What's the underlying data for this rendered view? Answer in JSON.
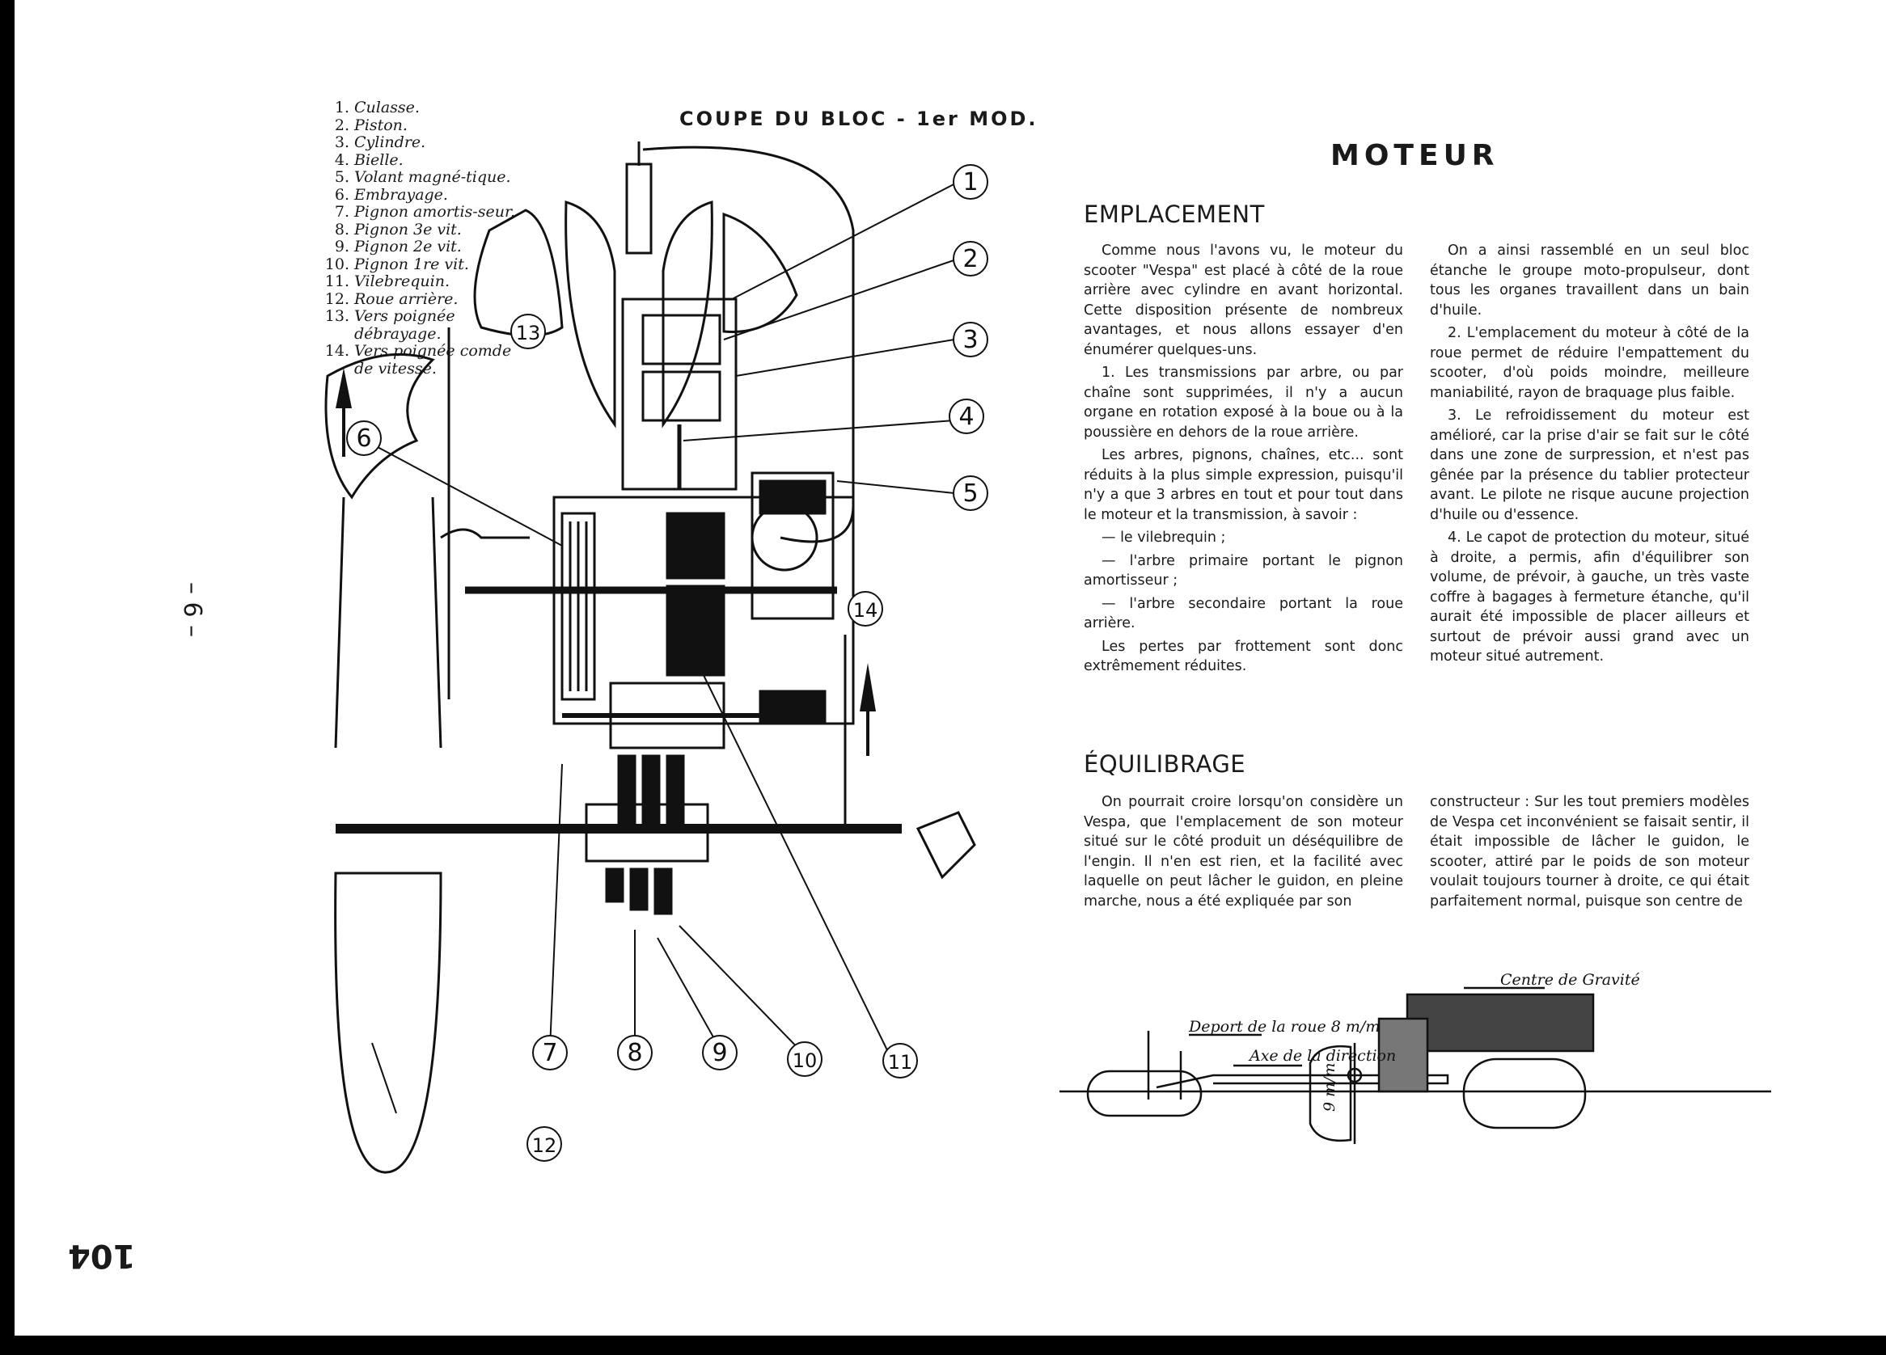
{
  "page": {
    "side_page_number": "– 6 –",
    "bottom_page_number": "104"
  },
  "diagram": {
    "title": "COUPE DU BLOC - 1er MOD.",
    "legend": [
      {
        "n": "1.",
        "text": "Culasse."
      },
      {
        "n": "2.",
        "text": "Piston."
      },
      {
        "n": "3.",
        "text": "Cylindre."
      },
      {
        "n": "4.",
        "text": "Bielle."
      },
      {
        "n": "5.",
        "text": "Volant magné-tique."
      },
      {
        "n": "6.",
        "text": "Embrayage."
      },
      {
        "n": "7.",
        "text": "Pignon amortis-seur."
      },
      {
        "n": "8.",
        "text": "Pignon 3e vit."
      },
      {
        "n": "9.",
        "text": "Pignon 2e vit."
      },
      {
        "n": "10.",
        "text": "Pignon 1re vit."
      },
      {
        "n": "11.",
        "text": "Vilebrequin."
      },
      {
        "n": "12.",
        "text": "Roue arrière."
      },
      {
        "n": "13.",
        "text": "Vers poignée débrayage."
      },
      {
        "n": "14.",
        "text": "Vers poignée comde de vitesse."
      }
    ],
    "callouts": [
      "1",
      "2",
      "3",
      "4",
      "5",
      "6",
      "7",
      "8",
      "9",
      "10",
      "11",
      "12",
      "13",
      "14"
    ]
  },
  "article": {
    "title": "MOTEUR",
    "section1": {
      "heading": "EMPLACEMENT",
      "col1": [
        "Comme nous l'avons vu, le moteur du scooter \"Vespa\" est placé à côté de la roue arrière avec cylindre en avant horizontal. Cette disposition présente de nombreux avantages, et nous allons essayer d'en énumérer quelques-uns.",
        "1. Les transmissions par arbre, ou par chaîne sont supprimées, il n'y a aucun organe en rotation exposé à la boue ou à la poussière en dehors de la roue arrière.",
        "Les arbres, pignons, chaînes, etc... sont réduits à la plus simple expression, puisqu'il n'y a que 3 arbres en tout et pour tout dans le moteur et la transmission, à savoir :",
        "— le vilebrequin ;",
        "— l'arbre primaire portant le pignon amortisseur ;",
        "— l'arbre secondaire portant la roue arrière.",
        "Les pertes par frottement sont donc extrêmement réduites."
      ],
      "col2": [
        "On a ainsi rassemblé en un seul bloc étanche le groupe moto-propulseur, dont tous les organes travaillent dans un bain d'huile.",
        "2. L'emplacement du moteur à côté de la roue permet de réduire l'empattement du scooter, d'où poids moindre, meilleure maniabilité, rayon de braquage plus faible.",
        "3. Le refroidissement du moteur est amélioré, car la prise d'air se fait sur le côté dans une zone de surpression, et n'est pas gênée par la présence du tablier protecteur avant. Le pilote ne risque aucune projection d'huile ou d'essence.",
        "4. Le capot de protection du moteur, situé à droite, a permis, afin d'équilibrer son volume, de prévoir, à gauche, un très vaste coffre à bagages à fermeture étanche, qu'il aurait été impossible de placer ailleurs et surtout de prévoir aussi grand avec un moteur situé autrement."
      ]
    },
    "section2": {
      "heading": "ÉQUILIBRAGE",
      "col1": [
        "On pourrait croire lorsqu'on considère un Vespa, que l'emplacement de son moteur situé sur le côté produit un déséquilibre de l'engin. Il n'en est rien, et la facilité avec laquelle on peut lâcher le guidon, en pleine marche, nous a été expliquée par son"
      ],
      "col2": [
        "constructeur : Sur les tout premiers modèles de Vespa cet inconvénient se faisait sentir, il était impossible de lâcher le guidon, le scooter, attiré par le poids de son moteur voulait toujours tourner à droite, ce qui était parfaitement normal, puisque son centre de"
      ]
    },
    "gravity_sketch": {
      "label_center": "Centre de Gravité",
      "label_deport": "Deport de la roue 8 m/m",
      "label_axe": "Axe de la direction",
      "label_dim": "9 m/m"
    }
  }
}
